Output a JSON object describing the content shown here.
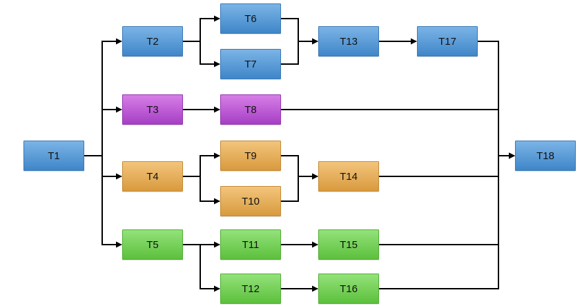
{
  "nodes": {
    "T1": {
      "label": "T1",
      "color": "blue"
    },
    "T2": {
      "label": "T2",
      "color": "blue"
    },
    "T3": {
      "label": "T3",
      "color": "purple"
    },
    "T4": {
      "label": "T4",
      "color": "orange"
    },
    "T5": {
      "label": "T5",
      "color": "green"
    },
    "T6": {
      "label": "T6",
      "color": "blue"
    },
    "T7": {
      "label": "T7",
      "color": "blue"
    },
    "T8": {
      "label": "T8",
      "color": "purple"
    },
    "T9": {
      "label": "T9",
      "color": "orange"
    },
    "T10": {
      "label": "T10",
      "color": "orange"
    },
    "T11": {
      "label": "T11",
      "color": "green"
    },
    "T12": {
      "label": "T12",
      "color": "green"
    },
    "T13": {
      "label": "T13",
      "color": "blue"
    },
    "T14": {
      "label": "T14",
      "color": "orange"
    },
    "T15": {
      "label": "T15",
      "color": "green"
    },
    "T16": {
      "label": "T16",
      "color": "green"
    },
    "T17": {
      "label": "T17",
      "color": "blue"
    },
    "T18": {
      "label": "T18",
      "color": "blue"
    }
  },
  "edges": [
    [
      "T1",
      "T2"
    ],
    [
      "T1",
      "T3"
    ],
    [
      "T1",
      "T4"
    ],
    [
      "T1",
      "T5"
    ],
    [
      "T2",
      "T6"
    ],
    [
      "T2",
      "T7"
    ],
    [
      "T6",
      "T13"
    ],
    [
      "T7",
      "T13"
    ],
    [
      "T13",
      "T17"
    ],
    [
      "T3",
      "T8"
    ],
    [
      "T4",
      "T9"
    ],
    [
      "T4",
      "T10"
    ],
    [
      "T9",
      "T14"
    ],
    [
      "T10",
      "T14"
    ],
    [
      "T5",
      "T11"
    ],
    [
      "T5",
      "T12"
    ],
    [
      "T11",
      "T15"
    ],
    [
      "T12",
      "T16"
    ],
    [
      "T17",
      "T18"
    ],
    [
      "T8",
      "T18"
    ],
    [
      "T14",
      "T18"
    ],
    [
      "T15",
      "T18"
    ],
    [
      "T16",
      "T18"
    ]
  ],
  "colors": {
    "blue": "#4f94d4",
    "purple": "#b553d4",
    "orange": "#e3ac55",
    "green": "#70cc50",
    "edge": "#000000"
  }
}
